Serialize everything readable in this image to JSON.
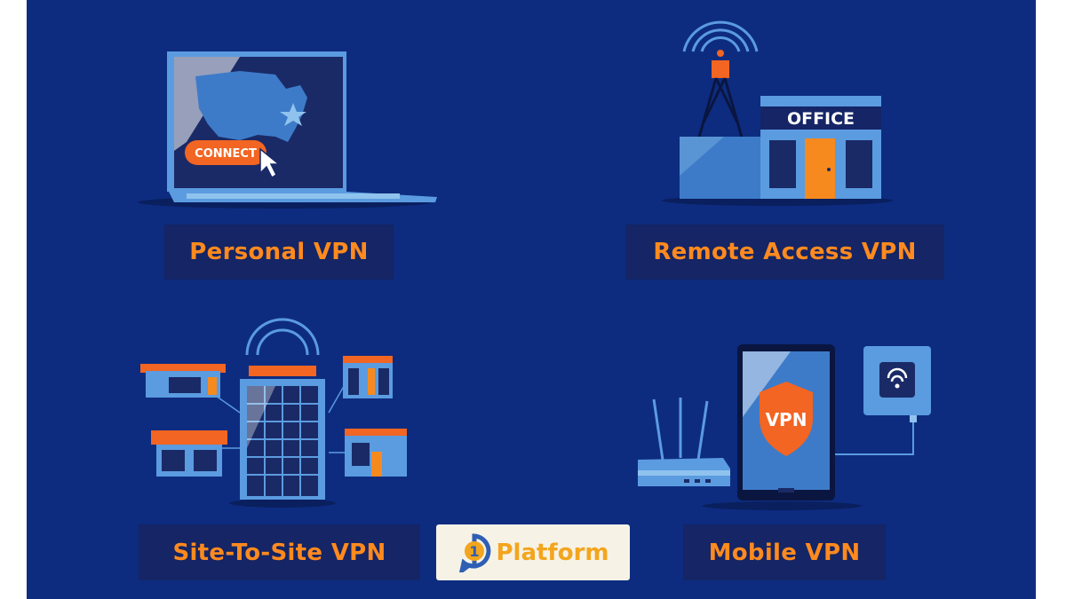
{
  "cards": [
    {
      "id": "personal",
      "label": "Personal VPN"
    },
    {
      "id": "remote",
      "label": "Remote Access VPN"
    },
    {
      "id": "site",
      "label": "Site-To-Site VPN"
    },
    {
      "id": "mobile",
      "label": "Mobile VPN"
    }
  ],
  "laptop": {
    "button_label": "CONNECT"
  },
  "office": {
    "sign_text": "OFFICE"
  },
  "phone": {
    "shield_text": "VPN"
  },
  "logo": {
    "digit": "1",
    "text": "Platform"
  },
  "colors": {
    "background": "#0d2c80",
    "label_box": "#152565",
    "label_text": "#ff8a1e",
    "accent_orange": "#f26522",
    "light_blue": "#5b9be0",
    "navy": "#1a2a66"
  },
  "icons": [
    "wifi-signal-icon",
    "cursor-icon",
    "star-icon",
    "shield-icon"
  ]
}
